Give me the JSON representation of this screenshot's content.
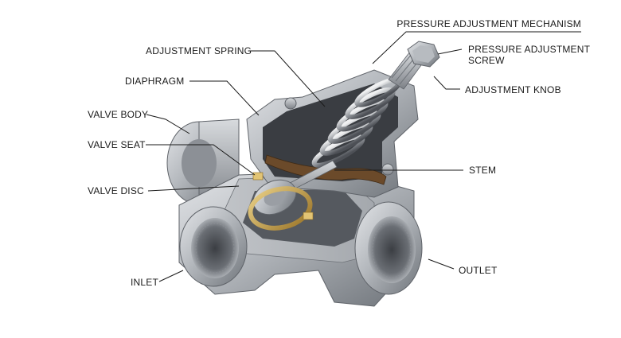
{
  "diagram": {
    "labels": {
      "pressure_adjustment_mechanism": "PRESSURE ADJUSTMENT MECHANISM",
      "adjustment_spring": "ADJUSTMENT SPRING",
      "pressure_adjustment_screw_line1": "PRESSURE ADJUSTMENT",
      "pressure_adjustment_screw_line2": "SCREW",
      "diaphragm": "DIAPHRAGM",
      "adjustment_knob": "ADJUSTMENT KNOB",
      "valve_body": "VALVE BODY",
      "valve_seat": "VALVE SEAT",
      "stem": "STEM",
      "valve_disc": "VALVE DISC",
      "outlet": "OUTLET",
      "inlet": "INLET"
    },
    "colors": {
      "background": "#ffffff",
      "steel_light": "#c9ccd0",
      "steel_mid": "#9a9ea4",
      "steel_dark": "#5d6168",
      "cavity_dark": "#2a2c30",
      "brass": "#c8a24a",
      "diaphragm": "#6b4a2a",
      "text": "#1a1a1a"
    }
  }
}
